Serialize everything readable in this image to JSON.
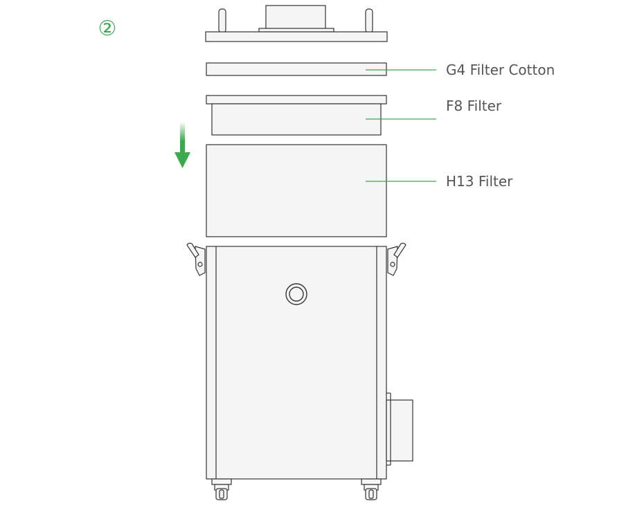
{
  "step": {
    "marker": "②"
  },
  "labels": {
    "g4": "G4 Filter Cotton",
    "f8": "F8 Filter",
    "h13": "H13 Filter"
  },
  "colors": {
    "accent": "#3aaa4d",
    "stroke": "#333333",
    "fill": "#f5f5f5",
    "text": "#555555"
  }
}
